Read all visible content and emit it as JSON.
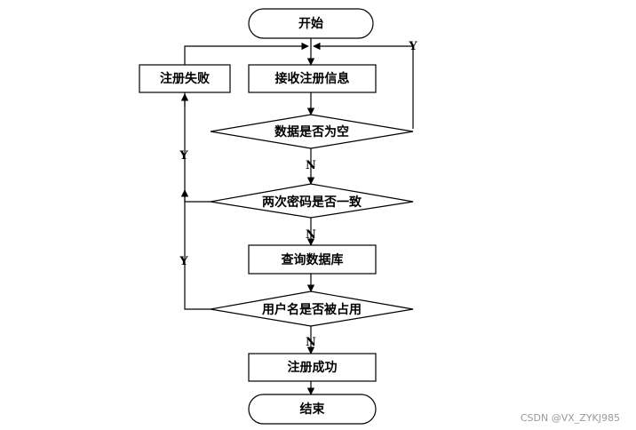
{
  "diagram": {
    "nodes": {
      "start": "开始",
      "receive": "接收注册信息",
      "fail": "注册失败",
      "empty_check": "数据是否为空",
      "pwd_check": "两次密码是否一致",
      "query_db": "查询数据库",
      "name_check": "用户名是否被占用",
      "success": "注册成功",
      "end": "结束"
    },
    "edge_labels": {
      "empty_yes": "Y",
      "empty_no": "N",
      "pwd_yes": "Y",
      "pwd_no": "N",
      "name_yes": "Y",
      "name_no": "N"
    }
  },
  "watermark": "CSDN @VX_ZYKJ985"
}
